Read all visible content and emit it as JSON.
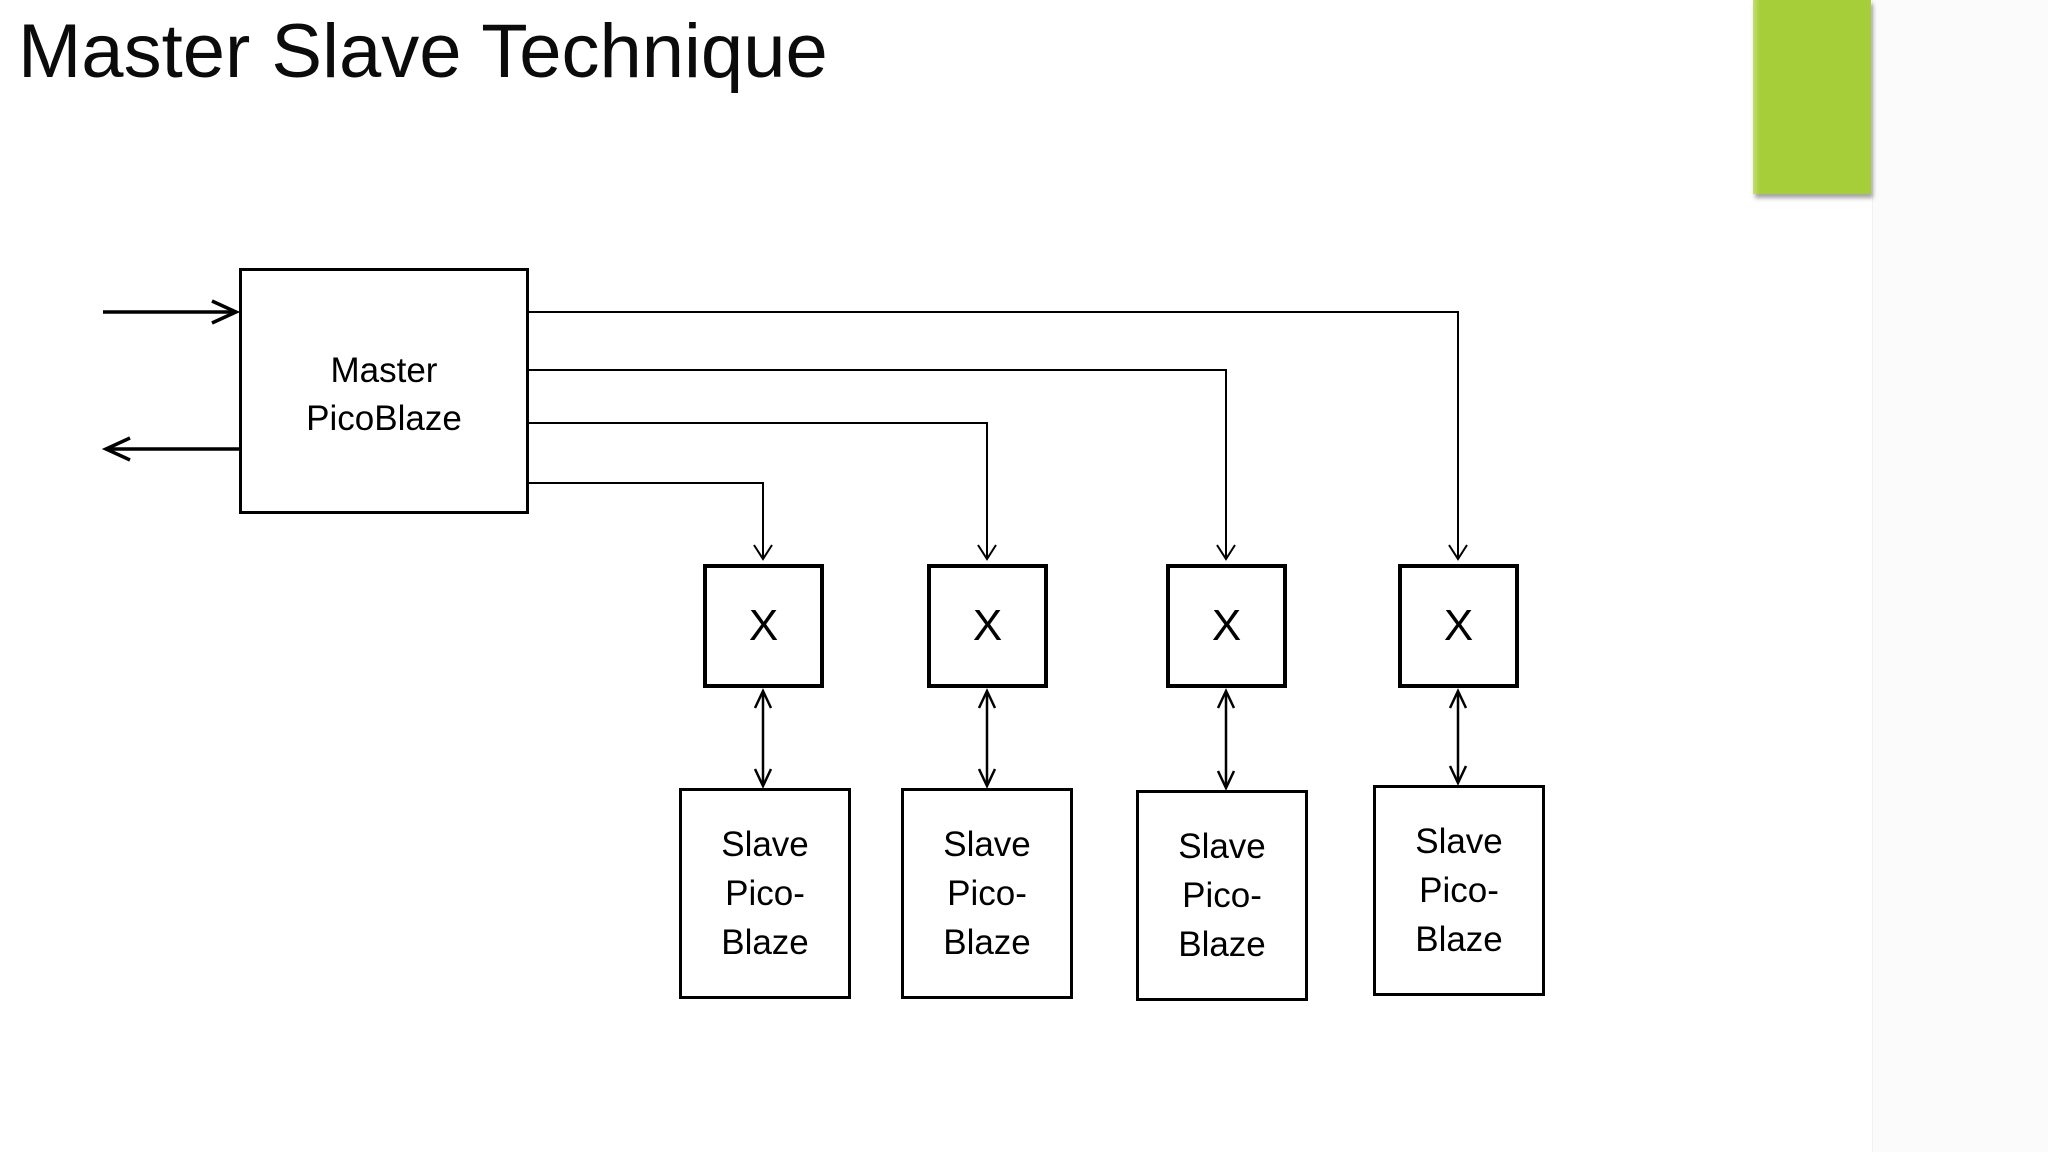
{
  "page": {
    "title": "Master Slave Technique",
    "accent_color": "#A6CE39",
    "background_color": "#FFFFFF",
    "line_color": "#000000"
  },
  "diagram": {
    "master": {
      "label": "Master\nPicoBlaze"
    },
    "crossbars": [
      {
        "label": "X"
      },
      {
        "label": "X"
      },
      {
        "label": "X"
      },
      {
        "label": "X"
      }
    ],
    "slaves": [
      {
        "label": "Slave\nPico-\nBlaze"
      },
      {
        "label": "Slave\nPico-\nBlaze"
      },
      {
        "label": "Slave\nPico-\nBlaze"
      },
      {
        "label": "Slave\nPico-\nBlaze"
      }
    ]
  }
}
